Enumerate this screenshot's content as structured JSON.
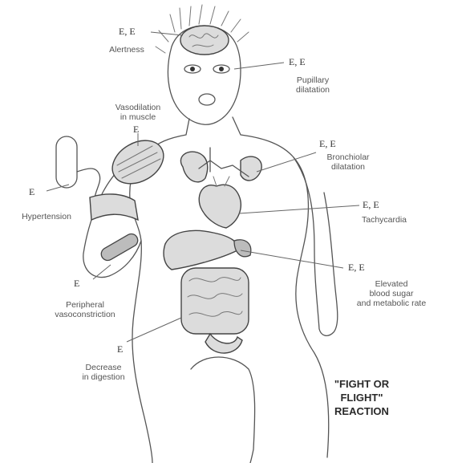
{
  "title": "\"FIGHT OR\nFLIGHT\"\nREACTION",
  "effects": [
    {
      "code": "E, E",
      "label": "Alertness"
    },
    {
      "code": "E, E",
      "label": "Pupillary\ndilatation"
    },
    {
      "code": "",
      "label": "Vasodilation\nin muscle"
    },
    {
      "code": "E",
      "label": ""
    },
    {
      "code": "E, E",
      "label": "Bronchiolar\ndilatation"
    },
    {
      "code": "E",
      "label": "Hypertension"
    },
    {
      "code": "E, E",
      "label": "Tachycardia"
    },
    {
      "code": "E",
      "label": "Peripheral\nvasoconstriction"
    },
    {
      "code": "E, E",
      "label": "Elevated\nblood sugar\nand metabolic rate"
    },
    {
      "code": "E",
      "label": "Decrease\nin digestion"
    }
  ]
}
